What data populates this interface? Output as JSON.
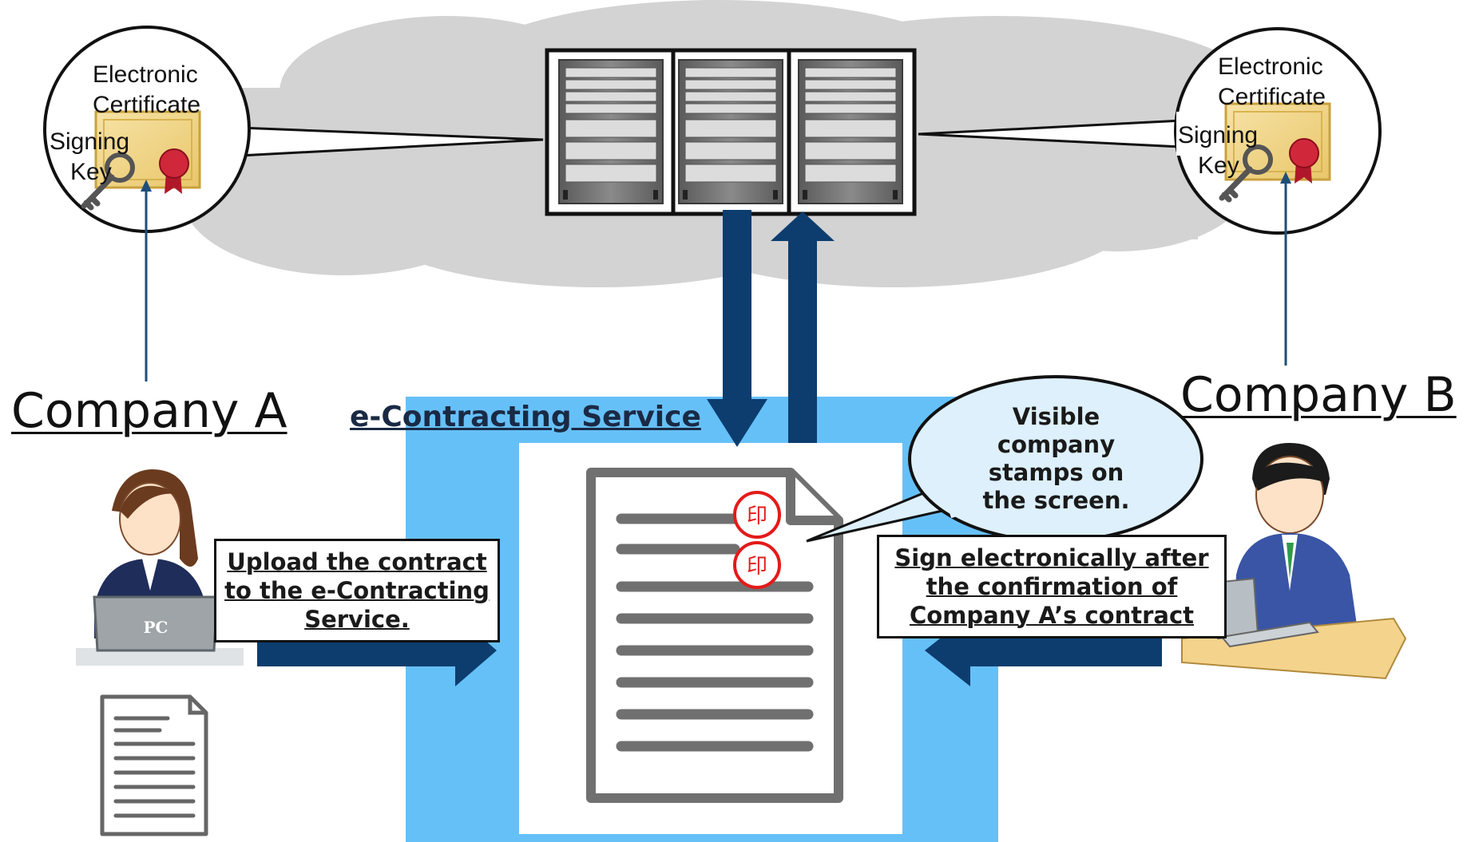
{
  "colors": {
    "navy_arrow": "#0c3d6e",
    "service_bg": "#66c0f8",
    "cloud": "#d3d3d3",
    "stamp_red": "#e41a1a",
    "speech_bg": "#ddf0fc"
  },
  "left_certificate": {
    "title_line1": "Electronic",
    "title_line2": "Certificate",
    "key_line1": "Signing",
    "key_line2": "Key"
  },
  "right_certificate": {
    "title_line1": "Electronic",
    "title_line2": "Certificate",
    "key_line1": "Signing",
    "key_line2": "Key"
  },
  "company_a": {
    "label": "Company A"
  },
  "company_b": {
    "label": "Company B"
  },
  "service": {
    "title": "e-Contracting Service"
  },
  "upload_callout": {
    "line1": "Upload the contract",
    "line2": "to the e-Contracting",
    "line3": "Service."
  },
  "sign_callout": {
    "line1": "Sign electronically after",
    "line2": "the confirmation of",
    "line3": "Company A’s contract"
  },
  "stamps_speech": {
    "line1": "Visible",
    "line2": "company",
    "line3": "stamps on",
    "line4": "the screen."
  },
  "stamps": {
    "stamp1": "印",
    "stamp2": "印"
  },
  "laptop_label": "PC",
  "icons": [
    "cloud-icon",
    "server-rack-icon",
    "certificate-icon",
    "key-icon",
    "ribbon-seal-icon",
    "document-icon",
    "laptop-icon",
    "person-icon",
    "stamp-icon"
  ]
}
